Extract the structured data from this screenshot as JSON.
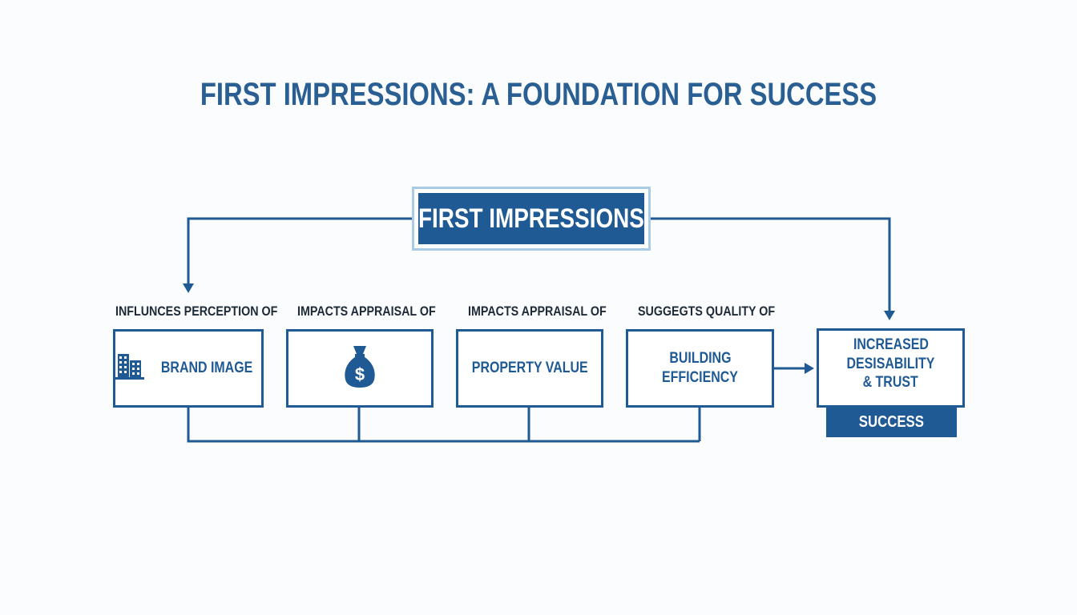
{
  "title": "FIRST IMPRESSIONS: A FOUNDATION FOR SUCCESS",
  "root": {
    "label": "FIRST IMPRESSIONS"
  },
  "captions": [
    "INFLUNCES PERCEPTION OF",
    "IMPACTS APPRAISAL OF",
    "IMPACTS APPRAISAL OF",
    "SUGGEGTS QUALITY OF"
  ],
  "nodes": {
    "brand": {
      "label": "BRAND IMAGE",
      "icon": "building-icon"
    },
    "money": {
      "icon": "money-bag-icon",
      "symbol": "$"
    },
    "property": {
      "label": "PROPERTY VALUE"
    },
    "efficiency": {
      "line1": "BUILDING",
      "line2": "EFFICIENCY"
    },
    "outcome": {
      "line1": "INCREASED",
      "line2": "DESISABILITY",
      "line3": "& TRUST"
    }
  },
  "success": {
    "label": "SUCCESS"
  },
  "colors": {
    "primary": "#1f5a94",
    "accent": "#a9cbe6",
    "text": "#1e2a38"
  }
}
